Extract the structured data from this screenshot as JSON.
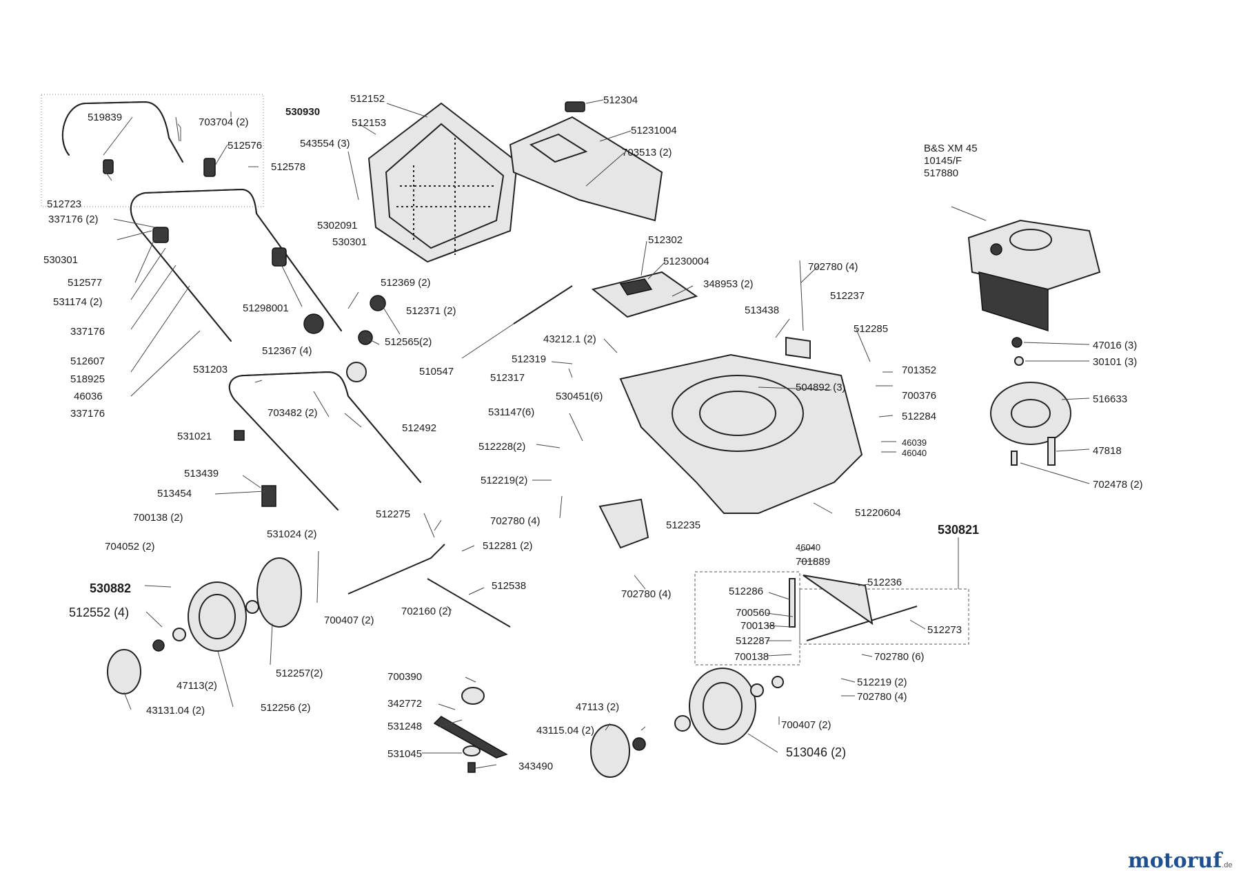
{
  "labels": [
    {
      "id": "530930",
      "text": "530930"
    },
    {
      "id": "519839",
      "text": "519839"
    },
    {
      "id": "703704",
      "text": "703704 (2)"
    },
    {
      "id": "512576",
      "text": "512576"
    },
    {
      "id": "512723",
      "text": "512723"
    },
    {
      "id": "512578",
      "text": "512578"
    },
    {
      "id": "337176_2a",
      "text": "337176 (2)"
    },
    {
      "id": "530301_l",
      "text": "530301"
    },
    {
      "id": "5302091",
      "text": "5302091"
    },
    {
      "id": "530301_r",
      "text": "530301"
    },
    {
      "id": "512577",
      "text": "512577"
    },
    {
      "id": "531174",
      "text": "531174 (2)"
    },
    {
      "id": "337176_a",
      "text": "337176"
    },
    {
      "id": "512607",
      "text": "512607"
    },
    {
      "id": "518925",
      "text": "518925"
    },
    {
      "id": "46036",
      "text": "46036"
    },
    {
      "id": "337176_b",
      "text": "337176"
    },
    {
      "id": "51298001",
      "text": "51298001"
    },
    {
      "id": "512369",
      "text": "512369 (2)"
    },
    {
      "id": "512371",
      "text": "512371 (2)"
    },
    {
      "id": "512367",
      "text": "512367 (4)"
    },
    {
      "id": "512565",
      "text": "512565(2)"
    },
    {
      "id": "531203",
      "text": "531203"
    },
    {
      "id": "703482",
      "text": "703482 (2)"
    },
    {
      "id": "512492",
      "text": "512492"
    },
    {
      "id": "531021",
      "text": "531021"
    },
    {
      "id": "513439",
      "text": "513439"
    },
    {
      "id": "513454",
      "text": "513454"
    },
    {
      "id": "700138_a",
      "text": "700138 (2)"
    },
    {
      "id": "704052",
      "text": "704052 (2)"
    },
    {
      "id": "531024",
      "text": "531024 (2)"
    },
    {
      "id": "530882",
      "text": "530882"
    },
    {
      "id": "512552",
      "text": "512552 (4)"
    },
    {
      "id": "700407_a",
      "text": "700407 (2)"
    },
    {
      "id": "47113_a",
      "text": "47113(2)"
    },
    {
      "id": "512257",
      "text": "512257(2)"
    },
    {
      "id": "43131",
      "text": "43131.04 (2)"
    },
    {
      "id": "512256",
      "text": "512256 (2)"
    },
    {
      "id": "512152",
      "text": "512152"
    },
    {
      "id": "512153",
      "text": "512153"
    },
    {
      "id": "543554",
      "text": "543554 (3)"
    },
    {
      "id": "512304",
      "text": "512304"
    },
    {
      "id": "51231004",
      "text": "51231004"
    },
    {
      "id": "703513",
      "text": "703513 (2)"
    },
    {
      "id": "512302",
      "text": "512302"
    },
    {
      "id": "51230004",
      "text": "51230004"
    },
    {
      "id": "348953",
      "text": "348953 (2)"
    },
    {
      "id": "510547",
      "text": "510547"
    },
    {
      "id": "43212",
      "text": "43212.1 (2)"
    },
    {
      "id": "512319",
      "text": "512319"
    },
    {
      "id": "512317",
      "text": "512317"
    },
    {
      "id": "530451",
      "text": "530451(6)"
    },
    {
      "id": "531147",
      "text": "531147(6)"
    },
    {
      "id": "512228",
      "text": "512228(2)"
    },
    {
      "id": "512219_a",
      "text": "512219(2)"
    },
    {
      "id": "702780_a",
      "text": "702780 (4)"
    },
    {
      "id": "512275",
      "text": "512275"
    },
    {
      "id": "512281",
      "text": "512281 (2)"
    },
    {
      "id": "512538",
      "text": "512538"
    },
    {
      "id": "702160",
      "text": "702160 (2)"
    },
    {
      "id": "700390",
      "text": "700390"
    },
    {
      "id": "342772",
      "text": "342772"
    },
    {
      "id": "531248",
      "text": "531248"
    },
    {
      "id": "531045",
      "text": "531045"
    },
    {
      "id": "343490",
      "text": "343490"
    },
    {
      "id": "47113_b",
      "text": "47113 (2)"
    },
    {
      "id": "43115",
      "text": "43115.04 (2)"
    },
    {
      "id": "702780_b",
      "text": "702780 (4)"
    },
    {
      "id": "513438",
      "text": "513438"
    },
    {
      "id": "512237",
      "text": "512237"
    },
    {
      "id": "504892",
      "text": "504892 (3)"
    },
    {
      "id": "512235",
      "text": "512235"
    },
    {
      "id": "702780_c",
      "text": "702780 (4)"
    },
    {
      "id": "51220604",
      "text": "51220604"
    },
    {
      "id": "512285",
      "text": "512285"
    },
    {
      "id": "701352",
      "text": "701352"
    },
    {
      "id": "700376",
      "text": "700376"
    },
    {
      "id": "512284",
      "text": "512284"
    },
    {
      "id": "46039",
      "text": "46039"
    },
    {
      "id": "46040_a",
      "text": "46040"
    },
    {
      "id": "bs",
      "text": "B&S XM 45"
    },
    {
      "id": "10145",
      "text": "10145/F"
    },
    {
      "id": "517880",
      "text": "517880"
    },
    {
      "id": "47016",
      "text": "47016 (3)"
    },
    {
      "id": "30101",
      "text": "30101 (3)"
    },
    {
      "id": "516633",
      "text": "516633"
    },
    {
      "id": "47818",
      "text": "47818"
    },
    {
      "id": "702478",
      "text": "702478 (2)"
    },
    {
      "id": "530821",
      "text": "530821"
    },
    {
      "id": "46040_b",
      "text": "46040"
    },
    {
      "id": "701889",
      "text": "701889"
    },
    {
      "id": "512286",
      "text": "512286"
    },
    {
      "id": "512236",
      "text": "512236"
    },
    {
      "id": "700560",
      "text": "700560"
    },
    {
      "id": "700138_b",
      "text": "700138"
    },
    {
      "id": "512287",
      "text": "512287"
    },
    {
      "id": "700138_c",
      "text": "700138"
    },
    {
      "id": "512273",
      "text": "512273"
    },
    {
      "id": "702780_d",
      "text": "702780 (6)"
    },
    {
      "id": "512219_b",
      "text": "512219 (2)"
    },
    {
      "id": "702780_e",
      "text": "702780 (4)"
    },
    {
      "id": "700407_b",
      "text": "700407 (2)"
    },
    {
      "id": "513046",
      "text": "513046 (2)"
    }
  ],
  "logo": {
    "main": "motoruf",
    "suffix": ".de"
  },
  "colors": {
    "logo_blue": "#1f4f8f",
    "logo_green": "#2e7d32",
    "line": "#222222"
  }
}
